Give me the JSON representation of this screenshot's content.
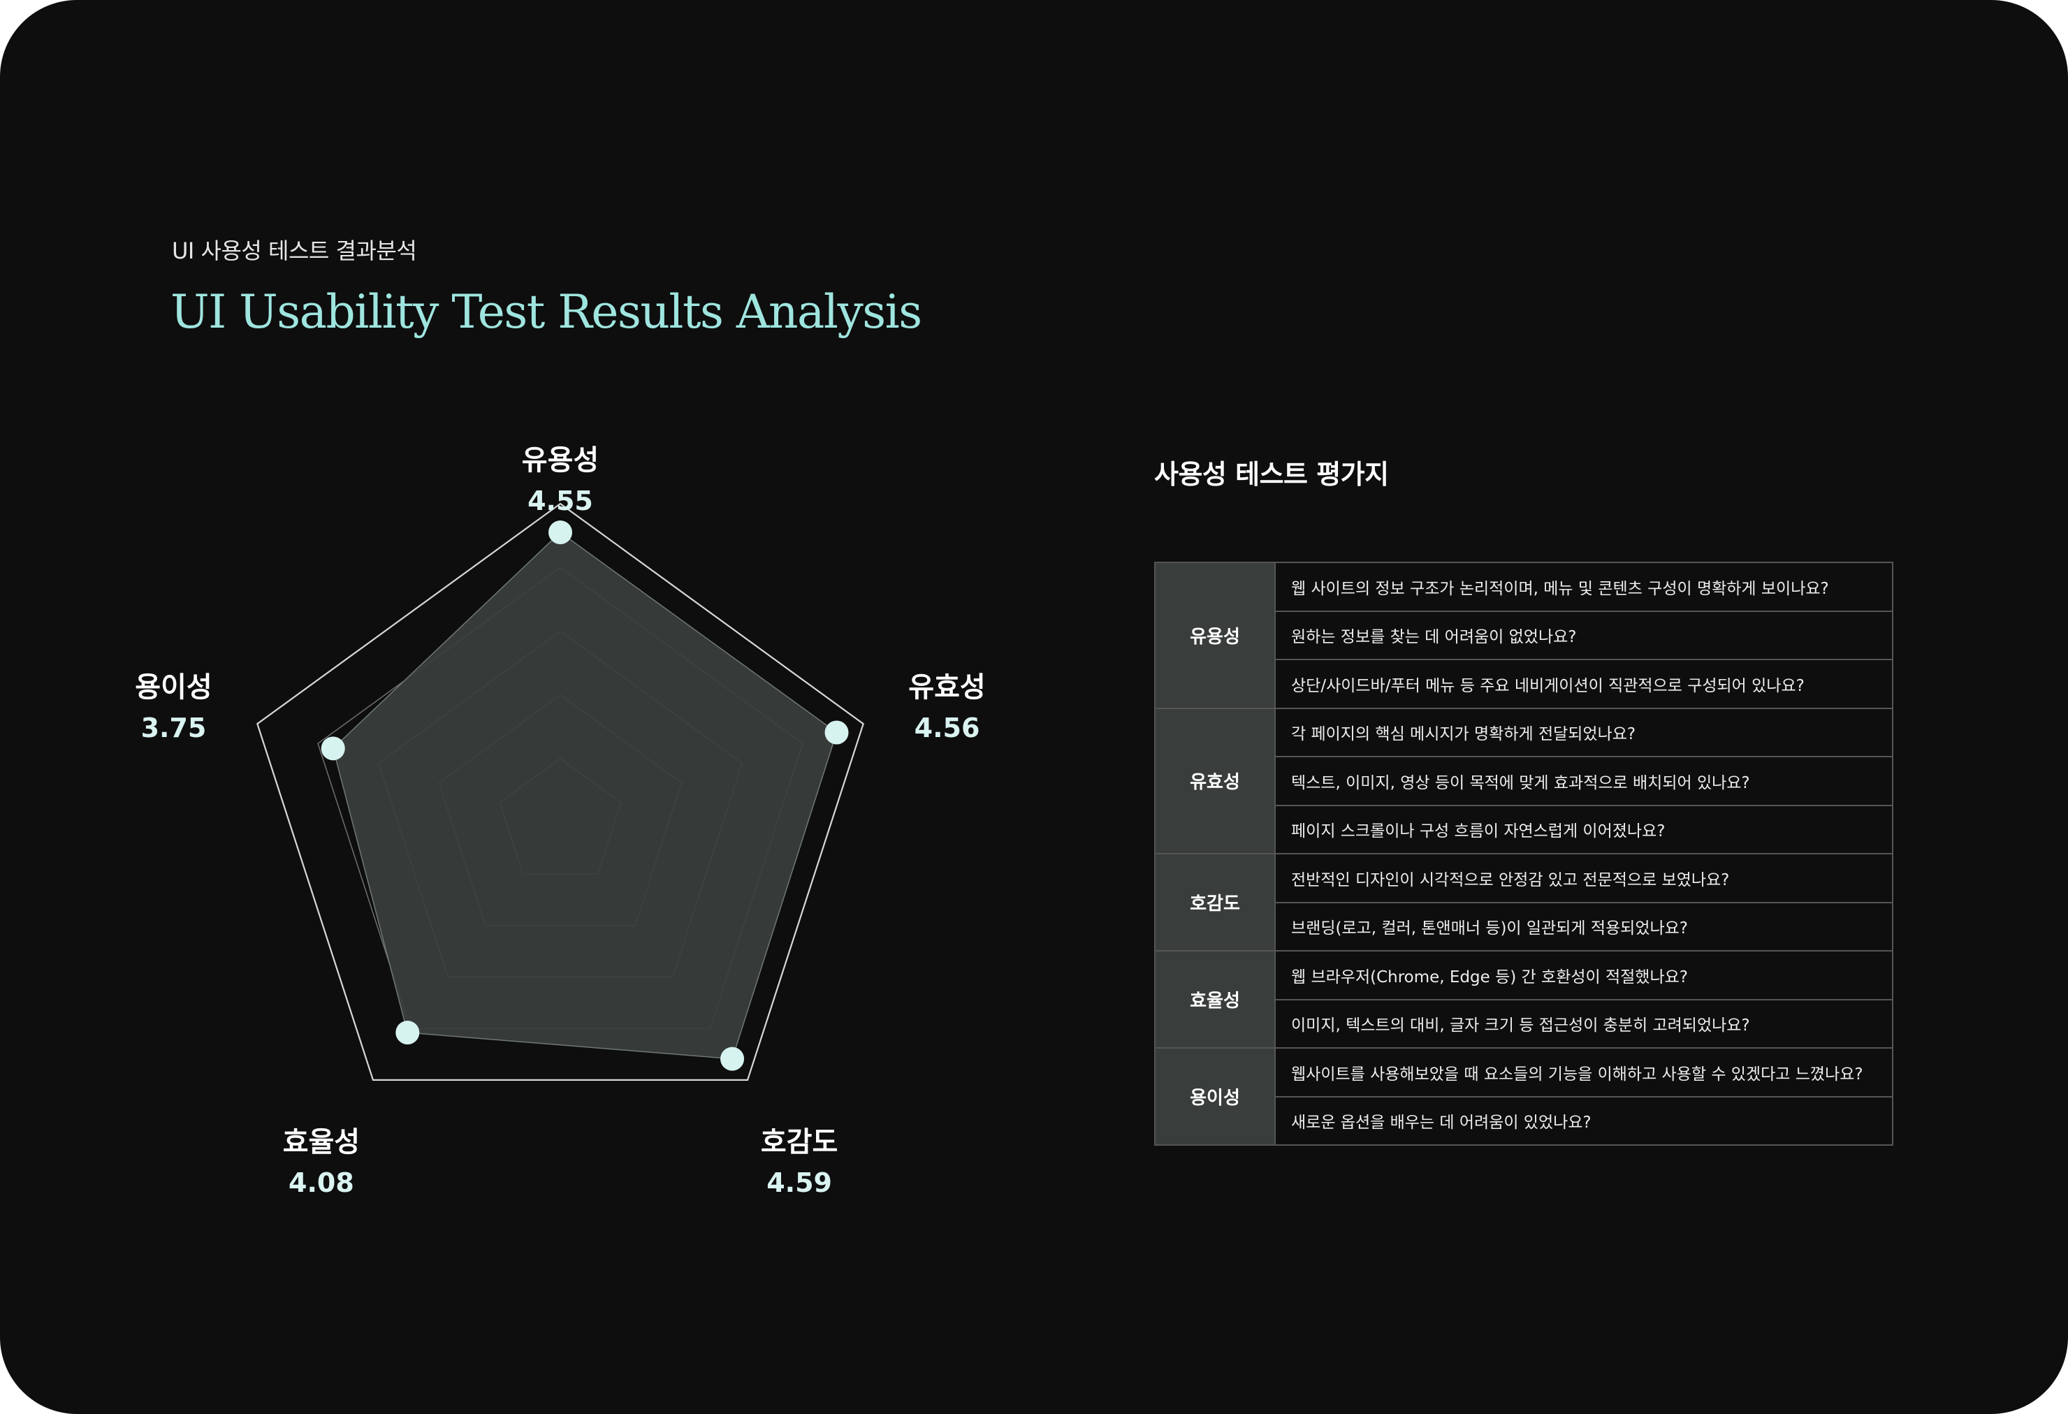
{
  "header": {
    "kicker": "UI 사용성 테스트 결과분석",
    "title": "UI Usability Test Results Analysis"
  },
  "colors": {
    "background": "#0e0e0e",
    "accent": "#9fe5df",
    "point": "#d6f3ef",
    "area": "#3a3f3e"
  },
  "chart_data": {
    "type": "radar",
    "categories": [
      "유용성",
      "유효성",
      "호감도",
      "효율성",
      "용이성"
    ],
    "values": [
      4.55,
      4.56,
      4.59,
      4.08,
      3.75
    ],
    "value_labels": [
      "4.55",
      "4.56",
      "4.59",
      "4.08",
      "3.75"
    ],
    "rlim": [
      0,
      5
    ],
    "grid": true
  },
  "sheet": {
    "title": "사용성 테스트 평가지",
    "groups": [
      {
        "category": "유용성",
        "questions": [
          "웹 사이트의 정보 구조가 논리적이며, 메뉴 및 콘텐츠 구성이 명확하게 보이나요?",
          "원하는 정보를 찾는 데 어려움이 없었나요?",
          "상단/사이드바/푸터 메뉴 등 주요 네비게이션이 직관적으로 구성되어 있나요?"
        ]
      },
      {
        "category": "유효성",
        "questions": [
          "각 페이지의 핵심 메시지가 명확하게 전달되었나요?",
          "텍스트, 이미지, 영상 등이 목적에 맞게 효과적으로 배치되어 있나요?",
          "페이지 스크롤이나 구성 흐름이 자연스럽게 이어졌나요?"
        ]
      },
      {
        "category": "호감도",
        "questions": [
          "전반적인 디자인이 시각적으로 안정감 있고 전문적으로 보였나요?",
          "브랜딩(로고, 컬러, 톤앤매너 등)이 일관되게 적용되었나요?"
        ]
      },
      {
        "category": "효율성",
        "questions": [
          "웹 브라우저(Chrome, Edge 등) 간 호환성이 적절했나요?",
          "이미지, 텍스트의 대비, 글자 크기 등 접근성이 충분히 고려되었나요?"
        ]
      },
      {
        "category": "용이성",
        "questions": [
          "웹사이트를 사용해보았을 때 요소들의 기능을 이해하고 사용할 수 있겠다고 느꼈나요?",
          "새로운 옵션을 배우는 데 어려움이 있었나요?"
        ]
      }
    ]
  }
}
